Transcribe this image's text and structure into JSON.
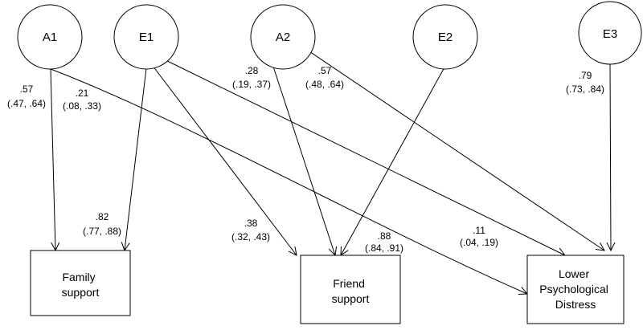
{
  "latent_factors": {
    "a1": "A1",
    "e1": "E1",
    "a2": "A2",
    "e2": "E2",
    "e3": "E3"
  },
  "outcomes": {
    "family": [
      "Family",
      "support"
    ],
    "friend": [
      "Friend",
      "support"
    ],
    "distress": [
      "Lower",
      "Psychological",
      "Distress"
    ]
  },
  "paths": {
    "a1_family": {
      "estimate": ".57",
      "ci": "(.47, .64)"
    },
    "a1_distress": {
      "estimate": ".21",
      "ci": "(.08, .33)"
    },
    "a2_friend": {
      "estimate": ".28",
      "ci": "(.19, .37)"
    },
    "a2_distress": {
      "estimate": ".57",
      "ci": "(.48, .64)"
    },
    "e3_distress": {
      "estimate": ".79",
      "ci": "(.73, .84)"
    },
    "e1_family": {
      "estimate": ".82",
      "ci": "(.77, .88)"
    },
    "e1_friend": {
      "estimate": ".38",
      "ci": "(.32, .43)"
    },
    "e2_friend": {
      "estimate": ".88",
      "ci": "(.84, .91)"
    },
    "e1_distress": {
      "estimate": ".11",
      "ci": "(.04, .19)"
    }
  }
}
